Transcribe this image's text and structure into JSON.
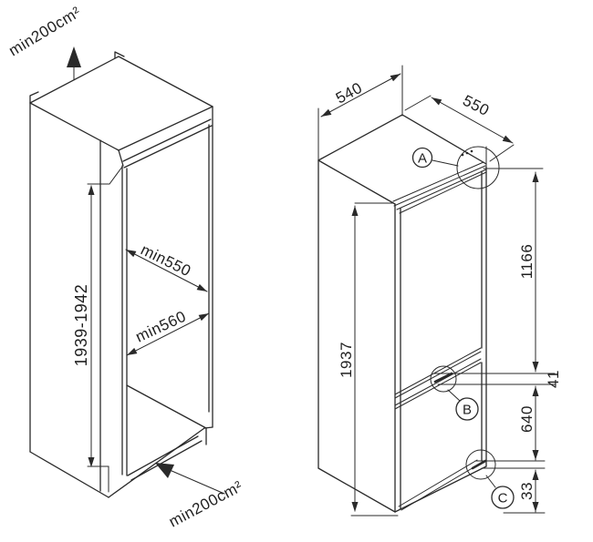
{
  "canvas": {
    "background": "#ffffff",
    "line_color": "#2a2a2a"
  },
  "niche_drawing": {
    "vent_top_label": "min200cm²",
    "height_label": "1939-1942",
    "width_label": "min550",
    "depth_label": "min560",
    "vent_bottom_label": "min200cm²"
  },
  "appliance_drawing": {
    "depth_label": "540",
    "width_label": "550",
    "upper_section_label": "1166",
    "middle_hinge_label": "41",
    "lower_section_label": "640",
    "bottom_offset_label": "33",
    "total_height_label": "1937",
    "callout_a": "A",
    "callout_b": "B",
    "callout_c": "C"
  }
}
